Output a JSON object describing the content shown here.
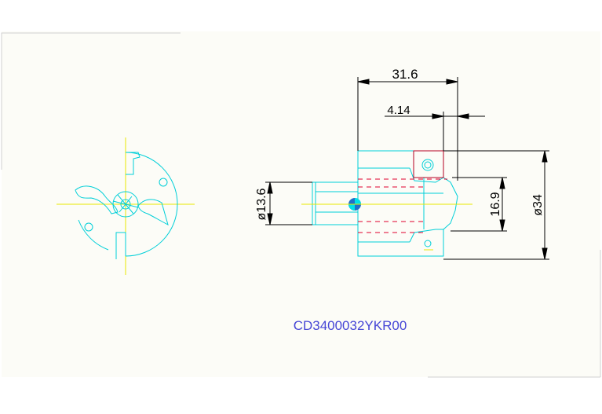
{
  "drawing": {
    "part_code": "CD3400032YKR00",
    "dimensions": {
      "length_total": "31.6",
      "length_offset": "4.14",
      "dia_shank": "ø13.6",
      "height_center": "16.9",
      "dia_body": "ø34"
    }
  },
  "colors": {
    "background": "#ffffff",
    "sheet": "#fdfdf6",
    "part": "#00cfd8",
    "dimension": "#000000",
    "center": "#e8e800",
    "hidden": "#e0002c",
    "insert": "#b30020",
    "label": "#4646d6"
  }
}
